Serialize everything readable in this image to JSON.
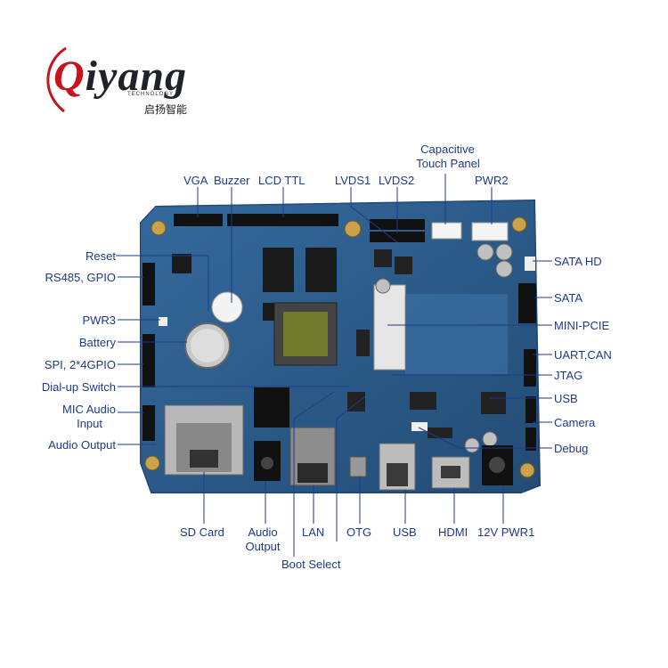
{
  "logo": {
    "brand_initial": "Q",
    "brand_rest": "iyang",
    "tagline": "TECHNOLOGY",
    "chinese_name": "启扬智能",
    "brand_color": "#c4161c"
  },
  "colors": {
    "label": "#1e3a8a",
    "leader": "#1e3a8a",
    "pcb": "#2c5d8c",
    "pcb_dark": "#1f4670"
  },
  "labels": {
    "vga": "VGA",
    "buzzer": "Buzzer",
    "lcd_ttl": "LCD TTL",
    "lvds1": "LVDS1",
    "lvds2": "LVDS2",
    "capacitive_1": "Capacitive",
    "capacitive_2": "Touch Panel",
    "pwr2": "PWR2",
    "reset": "Reset",
    "rs485_gpio": "RS485, GPIO",
    "pwr3": "PWR3",
    "battery": "Battery",
    "spi_gpio": "SPI, 2*4GPIO",
    "dialup_switch": "Dial-up Switch",
    "mic_audio_1": "MIC Audio",
    "mic_audio_2": "Input",
    "audio_output_left": "Audio Output",
    "sata_hd": "SATA HD",
    "sata": "SATA",
    "mini_pcie": "MINI-PCIE",
    "uart_can": "UART,CAN",
    "jtag": "JTAG",
    "usb_right": "USB",
    "camera": "Camera",
    "debug": "Debug",
    "sd_card": "SD Card",
    "audio_output_bottom_1": "Audio",
    "audio_output_bottom_2": "Output",
    "lan": "LAN",
    "otg": "OTG",
    "usb_bottom": "USB",
    "hdmi": "HDMI",
    "pwr1": "12V PWR1",
    "boot_select": "Boot Select"
  }
}
